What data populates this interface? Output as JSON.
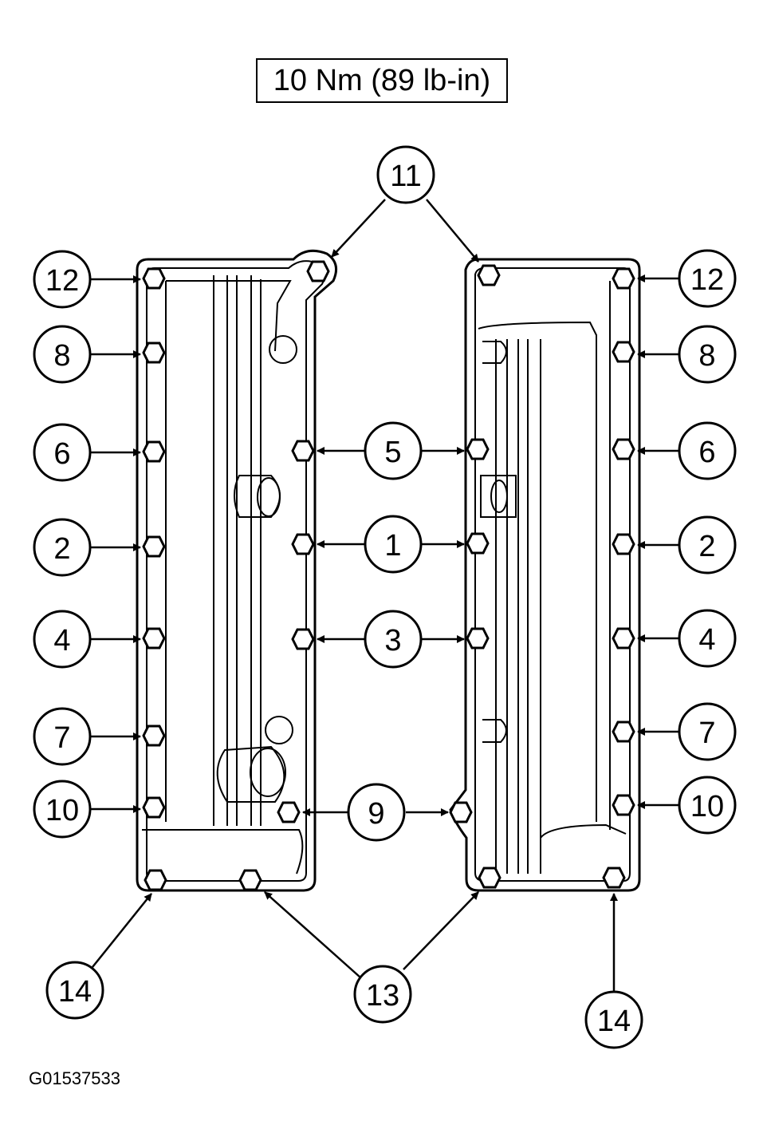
{
  "title": "10 Nm (89 lb-in)",
  "figure_id": "G01537533",
  "callouts": [
    "1",
    "2",
    "3",
    "4",
    "5",
    "6",
    "7",
    "8",
    "9",
    "10",
    "11",
    "12",
    "13",
    "14"
  ]
}
